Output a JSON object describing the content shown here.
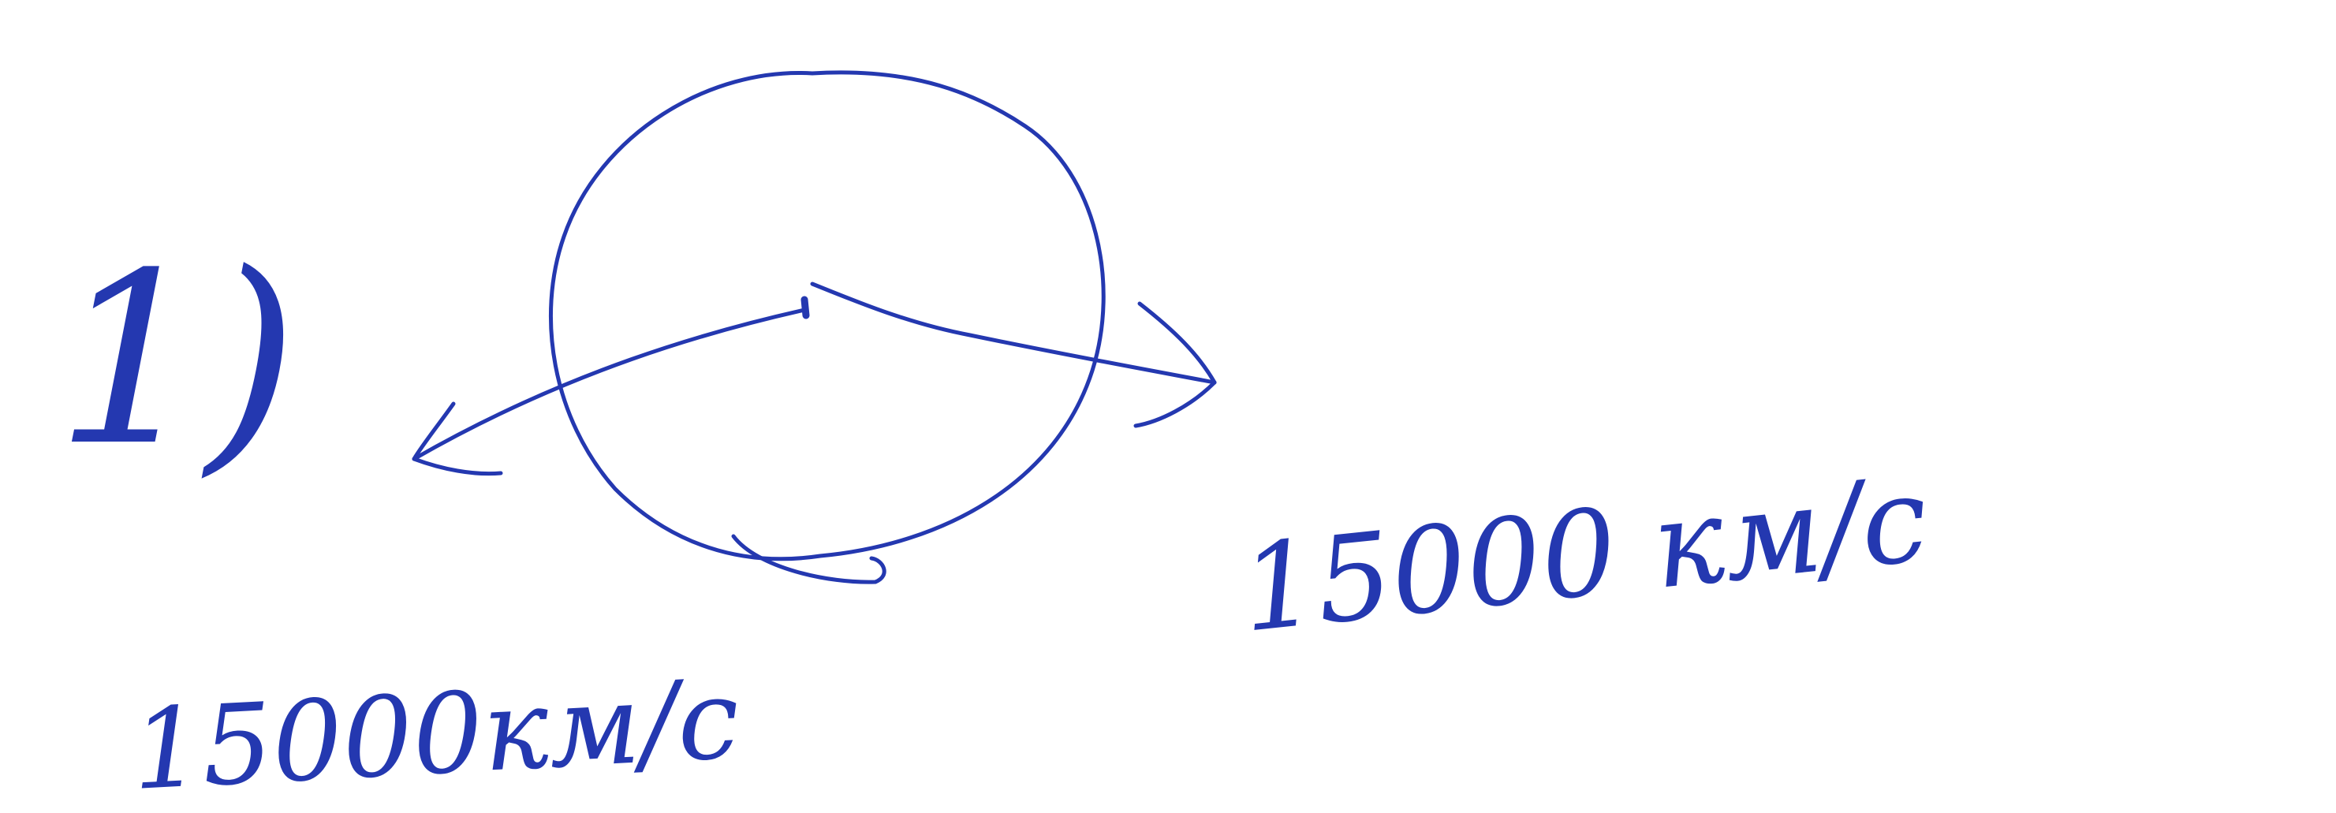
{
  "diagram": {
    "ink_color": "#2438b0",
    "item_number": "1)",
    "right_velocity_label": "15000 км/с",
    "left_velocity_label": "15000км/с"
  }
}
